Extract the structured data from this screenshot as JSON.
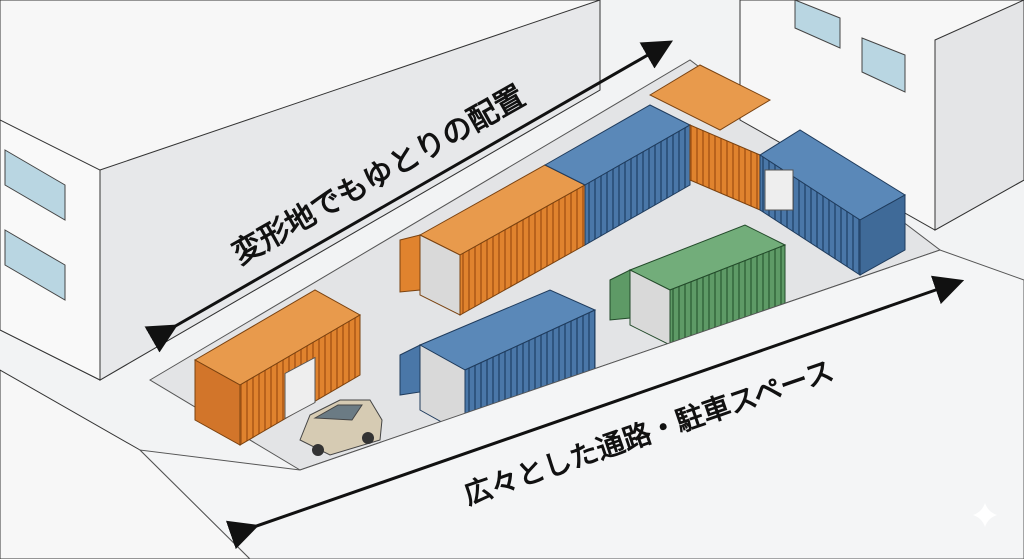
{
  "diagram": {
    "type": "isometric-illustration",
    "subject": "container storage yard on irregular-shaped lot",
    "labels": {
      "top": "変形地でもゆとりの配置",
      "bottom": "広々とした通路・駐車スペース"
    },
    "containers": [
      {
        "id": "c1",
        "color": "orange",
        "position": "front-left",
        "feature": "roll-up shutter"
      },
      {
        "id": "c2",
        "color": "orange",
        "position": "middle-back",
        "feature": "doors open"
      },
      {
        "id": "c3",
        "color": "blue",
        "position": "back-center"
      },
      {
        "id": "c4",
        "color": "orange",
        "position": "back-right"
      },
      {
        "id": "c5",
        "color": "blue",
        "position": "right-corner",
        "feature": "roll-up shutter"
      },
      {
        "id": "c6",
        "color": "blue",
        "position": "front-center",
        "feature": "doors open"
      },
      {
        "id": "c7",
        "color": "green",
        "position": "front-right",
        "feature": "doors open"
      }
    ],
    "vehicle": {
      "type": "compact car",
      "color": "beige"
    },
    "colors": {
      "orange": "#e0832e",
      "blue": "#4a77a8",
      "green": "#5e9a66",
      "ground": "#e6e7e9",
      "building": "#f7f7f7",
      "building_shade": "#e4e5e7",
      "window": "#b9d6e2",
      "car": "#d6cbb3",
      "arrow": "#111111"
    }
  }
}
